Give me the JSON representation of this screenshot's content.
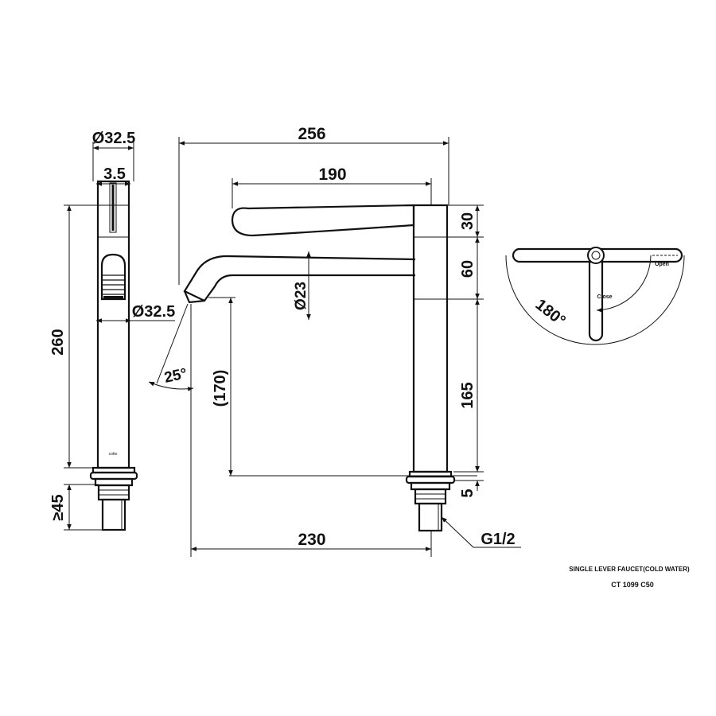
{
  "side_view": {
    "top_diameter": "Ø32.5",
    "lever_width": "3.5",
    "outlet_diameter": "Ø32.5",
    "height": "260",
    "min_surface": "≥45"
  },
  "front_view": {
    "overall_length": "256",
    "lever_length": "190",
    "spout_diameter": "Ø23",
    "spout_angle": "25°",
    "clearance": "(170)",
    "lever_height": "30",
    "head_height": "60",
    "body_height": "165",
    "base_height": "5",
    "reach": "230",
    "thread": "G1/2"
  },
  "top_view": {
    "rotation": "180°",
    "open_label": "Open",
    "close_label": "Close"
  },
  "title_block": {
    "description": "SINGLE LEVER FAUCET(COLD WATER)",
    "model": "CT 1099 C50"
  }
}
